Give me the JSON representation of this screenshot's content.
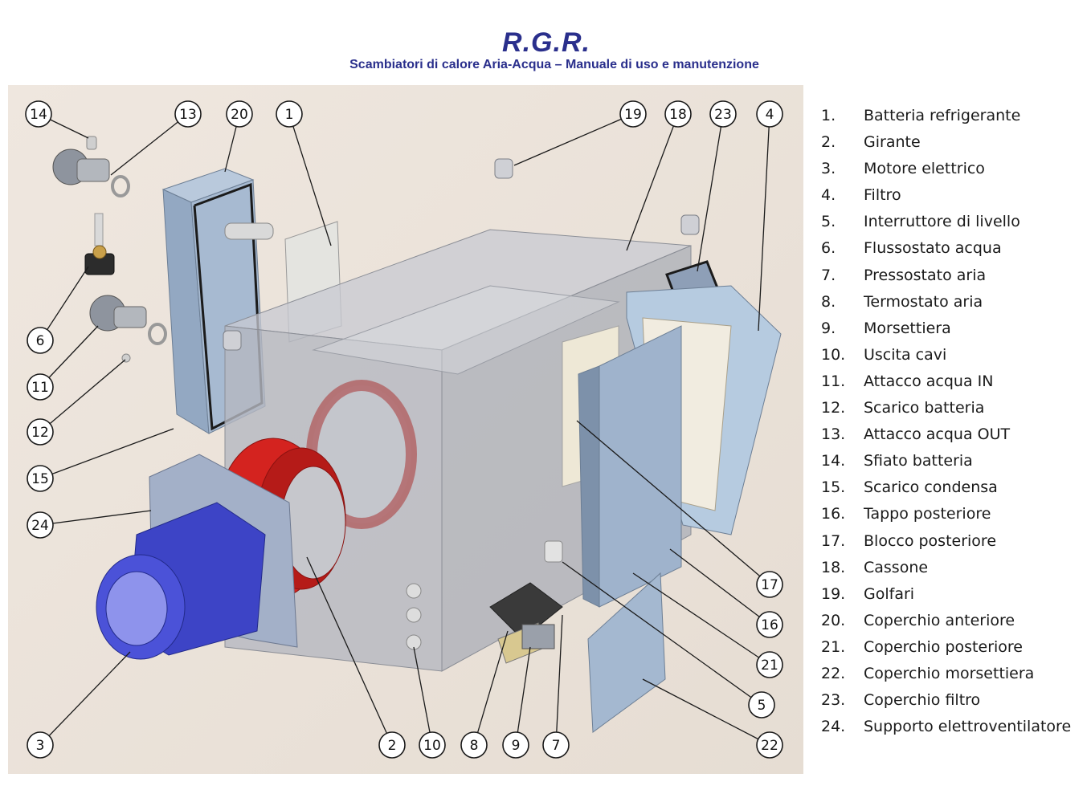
{
  "header": {
    "logo": "R.G.R.",
    "subtitle": "Scambiatori di calore Aria-Acqua – Manuale di uso e manutenzione"
  },
  "legend": [
    {
      "num": "1.",
      "label": "Batteria refrigerante"
    },
    {
      "num": "2.",
      "label": "Girante"
    },
    {
      "num": "3.",
      "label": "Motore elettrico"
    },
    {
      "num": "4.",
      "label": "Filtro"
    },
    {
      "num": "5.",
      "label": "Interruttore di livello"
    },
    {
      "num": "6.",
      "label": "Flussostato acqua"
    },
    {
      "num": "7.",
      "label": "Pressostato aria"
    },
    {
      "num": "8.",
      "label": "Termostato aria"
    },
    {
      "num": "9.",
      "label": "Morsettiera"
    },
    {
      "num": "10.",
      "label": "Uscita cavi"
    },
    {
      "num": "11.",
      "label": "Attacco acqua IN"
    },
    {
      "num": "12.",
      "label": "Scarico batteria"
    },
    {
      "num": "13.",
      "label": "Attacco acqua OUT"
    },
    {
      "num": "14.",
      "label": "Sfiato batteria"
    },
    {
      "num": "15.",
      "label": "Scarico condensa"
    },
    {
      "num": "16.",
      "label": "Tappo posteriore"
    },
    {
      "num": "17.",
      "label": "Blocco posteriore"
    },
    {
      "num": "18.",
      "label": "Cassone"
    },
    {
      "num": "19.",
      "label": "Golfari"
    },
    {
      "num": "20.",
      "label": "Coperchio anteriore"
    },
    {
      "num": "21.",
      "label": "Coperchio posteriore"
    },
    {
      "num": "22.",
      "label": "Coperchio morsettiera"
    },
    {
      "num": "23.",
      "label": "Coperchio filtro"
    },
    {
      "num": "24.",
      "label": "Supporto elettroventilatore"
    }
  ],
  "callouts": [
    "14",
    "13",
    "20",
    "1",
    "19",
    "18",
    "23",
    "4",
    "6",
    "11",
    "12",
    "15",
    "24",
    "3",
    "2",
    "10",
    "8",
    "9",
    "7",
    "22",
    "5",
    "21",
    "16",
    "17"
  ],
  "colors": {
    "brand": "#2a2f8c",
    "background": "#ebe3da",
    "casing": "#b9bcc4",
    "fan": "#d4231f",
    "motor": "#4b52d8",
    "panel": "#9fb3cc"
  }
}
